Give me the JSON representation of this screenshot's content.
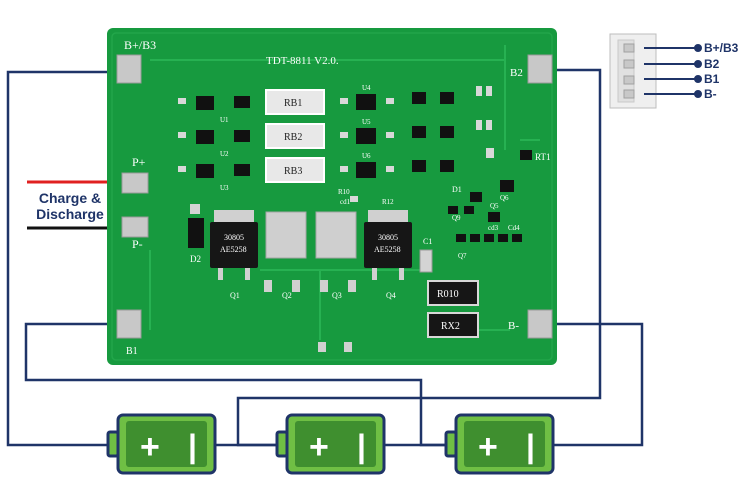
{
  "board": {
    "model": "TDT-8811  V2.0.",
    "pads": {
      "b_plus_b3": "B+/B3",
      "b2": "B2",
      "b_minus": "B-",
      "b1": "B1",
      "p_plus": "P+",
      "p_minus": "P-"
    },
    "resistors": [
      "RB1",
      "RB2",
      "RB3",
      "R010",
      "RX2"
    ],
    "mosfet_marking": [
      "30805",
      "AE5258"
    ],
    "mosfet_labels": [
      "Q1",
      "Q2",
      "Q3",
      "Q4"
    ],
    "misc_labels": [
      "D2",
      "D1",
      "RT1",
      "C1",
      "U1",
      "U2",
      "U3",
      "U4",
      "U5",
      "U6",
      "Q5",
      "Q6",
      "Q7",
      "Q9",
      "cd1",
      "cd3",
      "Cd4",
      "R12",
      "R10"
    ]
  },
  "connector": {
    "labels": [
      "B+/B3",
      "B2",
      "B1",
      "B-"
    ]
  },
  "charge_discharge": {
    "line1": "Charge &",
    "line2": "Discharge"
  },
  "batteries": [
    {
      "plus": "+",
      "minus": "|"
    },
    {
      "plus": "+",
      "minus": "|"
    },
    {
      "plus": "+",
      "minus": "|"
    }
  ],
  "colors": {
    "pcb": "#179a3f",
    "wire": "#1f3468",
    "battery": "#6fbf44",
    "red_wire": "#e02020"
  }
}
